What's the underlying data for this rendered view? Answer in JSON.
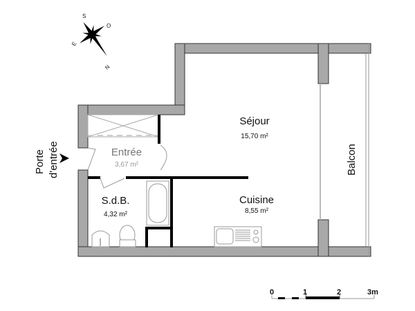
{
  "compass": {
    "n": "N",
    "s": "S",
    "e": "E",
    "o": "O"
  },
  "entrance": {
    "line1": "Porte",
    "line2": "d'entrée"
  },
  "rooms": [
    {
      "name": "Séjour",
      "area": "15,70 m²"
    },
    {
      "name": "Entrée",
      "area": "3,67 m²"
    },
    {
      "name": "S.d.B.",
      "area": "4,32 m²"
    },
    {
      "name": "Cuisine",
      "area": "8,55 m²"
    },
    {
      "name": "Balcon",
      "area": ""
    }
  ],
  "scale": {
    "ticks": [
      "0",
      "1",
      "2",
      "3m"
    ]
  },
  "colors": {
    "wall": "#a8a8a8",
    "outline": "#333333"
  }
}
